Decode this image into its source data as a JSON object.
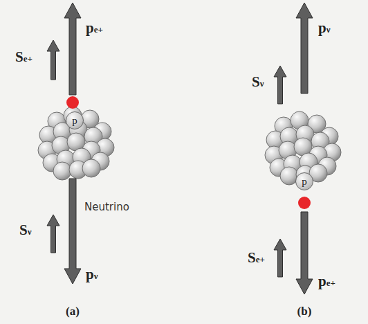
{
  "diagram": {
    "nodes": [
      {
        "text": [
          "p"
        ]
      },
      {
        "text": [
          "p"
        ]
      }
    ],
    "labels": [
      "Se+",
      "pe+",
      "Sν",
      "Neutrino",
      "pν",
      "(a)",
      "pν",
      "Sν",
      "Se+",
      "pe+",
      "(b)"
    ]
  }
}
